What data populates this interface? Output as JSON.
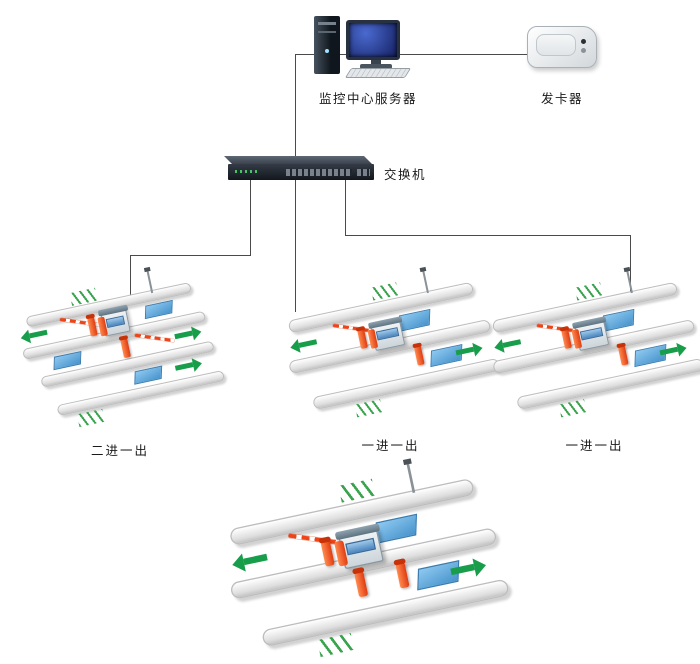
{
  "nodes": {
    "server": {
      "label": "监控中心服务器"
    },
    "card_issuer": {
      "label": "发卡器"
    },
    "switch": {
      "label": "交换机"
    }
  },
  "stations": [
    {
      "id": 1,
      "label": "二进一出",
      "config": "2-in-1-out"
    },
    {
      "id": 2,
      "label": "一进一出",
      "config": "1-in-1-out"
    },
    {
      "id": 3,
      "label": "一进一出",
      "config": "1-in-1-out"
    },
    {
      "id": 4,
      "label": "",
      "config": "1-in-1-out"
    }
  ],
  "colors": {
    "line": "#4a4a4a",
    "arrow_green": "#189e4a",
    "pad_blue": "#4794cc",
    "barrier_red": "#ee4418",
    "pillar_orange": "#e03c10"
  }
}
